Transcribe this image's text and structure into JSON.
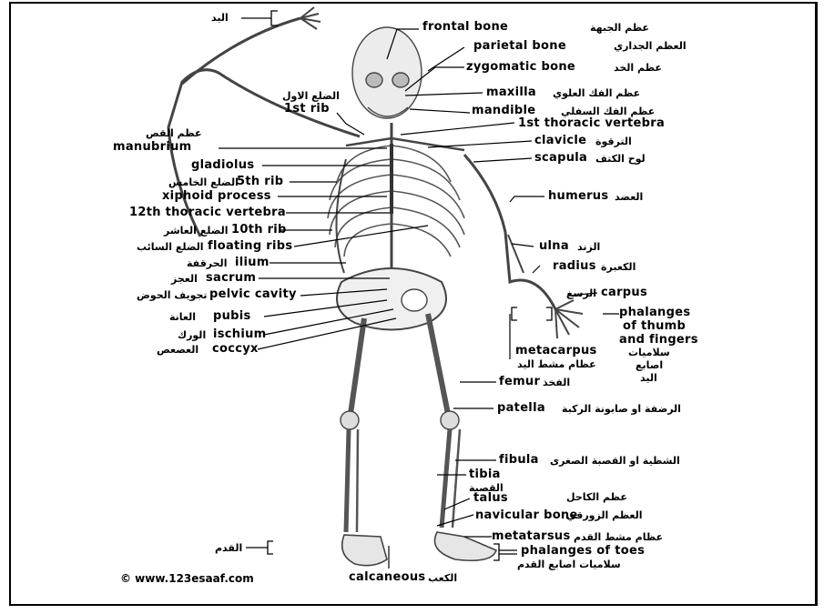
{
  "diagram": {
    "labels": {
      "hand_ar": "اليد",
      "frontal_bone": "frontal bone",
      "frontal_bone_ar": "عظم الجبهة",
      "parietal_bone": "parietal bone",
      "parietal_bone_ar": "العظم الجداري",
      "zygomatic_bone": "zygomatic bone",
      "zygomatic_bone_ar": "عظم الخد",
      "maxilla": "maxilla",
      "maxilla_ar": "عظم الفك العلوي",
      "mandible": "mandible",
      "mandible_ar": "عظم الفك السفلي",
      "first_rib_ar": "الضلع الاول",
      "first_rib": "1st rib",
      "first_thoracic": "1st thoracic vertebra",
      "sternum_ar": "عظم القص",
      "manubrium": "manubrium",
      "clavicle": "clavicle",
      "clavicle_ar": "الترقوة",
      "gladiolus": "gladiolus",
      "scapula": "scapula",
      "scapula_ar": "لوح الكتف",
      "fifth_rib": "5th rib",
      "fifth_rib_ar": "الضلع الخامس",
      "humerus": "humerus",
      "humerus_ar": "العضد",
      "xiphoid": "xiphoid process",
      "twelfth_thoracic": "12th thoracic vertebra",
      "tenth_rib": "10th rib",
      "tenth_rib_ar": "الضلع العاشر",
      "floating_ribs": "floating ribs",
      "floating_ribs_ar": "الضلع السائب",
      "ulna": "ulna",
      "ulna_ar": "الزند",
      "ilium": "ilium",
      "ilium_ar": "الحرقفة",
      "radius": "radius",
      "radius_ar": "الكعبرة",
      "sacrum": "sacrum",
      "sacrum_ar": "العجز",
      "carpus": "carpus",
      "carpus_ar": "الرسغ",
      "pelvic_cavity": "pelvic cavity",
      "pelvic_cavity_ar": "تجويف الحوض",
      "pubis": "pubis",
      "pubis_ar": "العانة",
      "phalanges_hand_1": "phalanges",
      "phalanges_hand_2": "of thumb",
      "phalanges_hand_3": "and fingers",
      "phalanges_hand_ar_1": "سلاميات",
      "phalanges_hand_ar_2": "اصابع",
      "phalanges_hand_ar_3": "اليد",
      "ischium": "ischium",
      "ischium_ar": "الورك",
      "coccyx": "coccyx",
      "coccyx_ar": "العصعص",
      "metacarpus": "metacarpus",
      "metacarpus_ar": "عظام مشط اليد",
      "femur": "femur",
      "femur_ar": "الفخذ",
      "patella": "patella",
      "patella_ar": "الرضفة او صابونة الركبة",
      "fibula": "fibula",
      "fibula_ar": "الشظية او القصبة الصغرى",
      "tibia": "tibia",
      "tibia_ar": "القصبة",
      "talus": "talus",
      "talus_ar": "عظم الكاحل",
      "navicular": "navicular bone",
      "navicular_ar": "العظم الزورقي",
      "metatarsus": "metatarsus",
      "metatarsus_ar": "عظام مشط القدم",
      "foot_ar": "القدم",
      "phalanges_toes": "phalanges of toes",
      "phalanges_toes_ar": "سلاميات اصابع القدم",
      "calcaneous": "calcaneous",
      "calcaneous_ar": "الكعب"
    },
    "watermark": "© www.123esaaf.com"
  }
}
